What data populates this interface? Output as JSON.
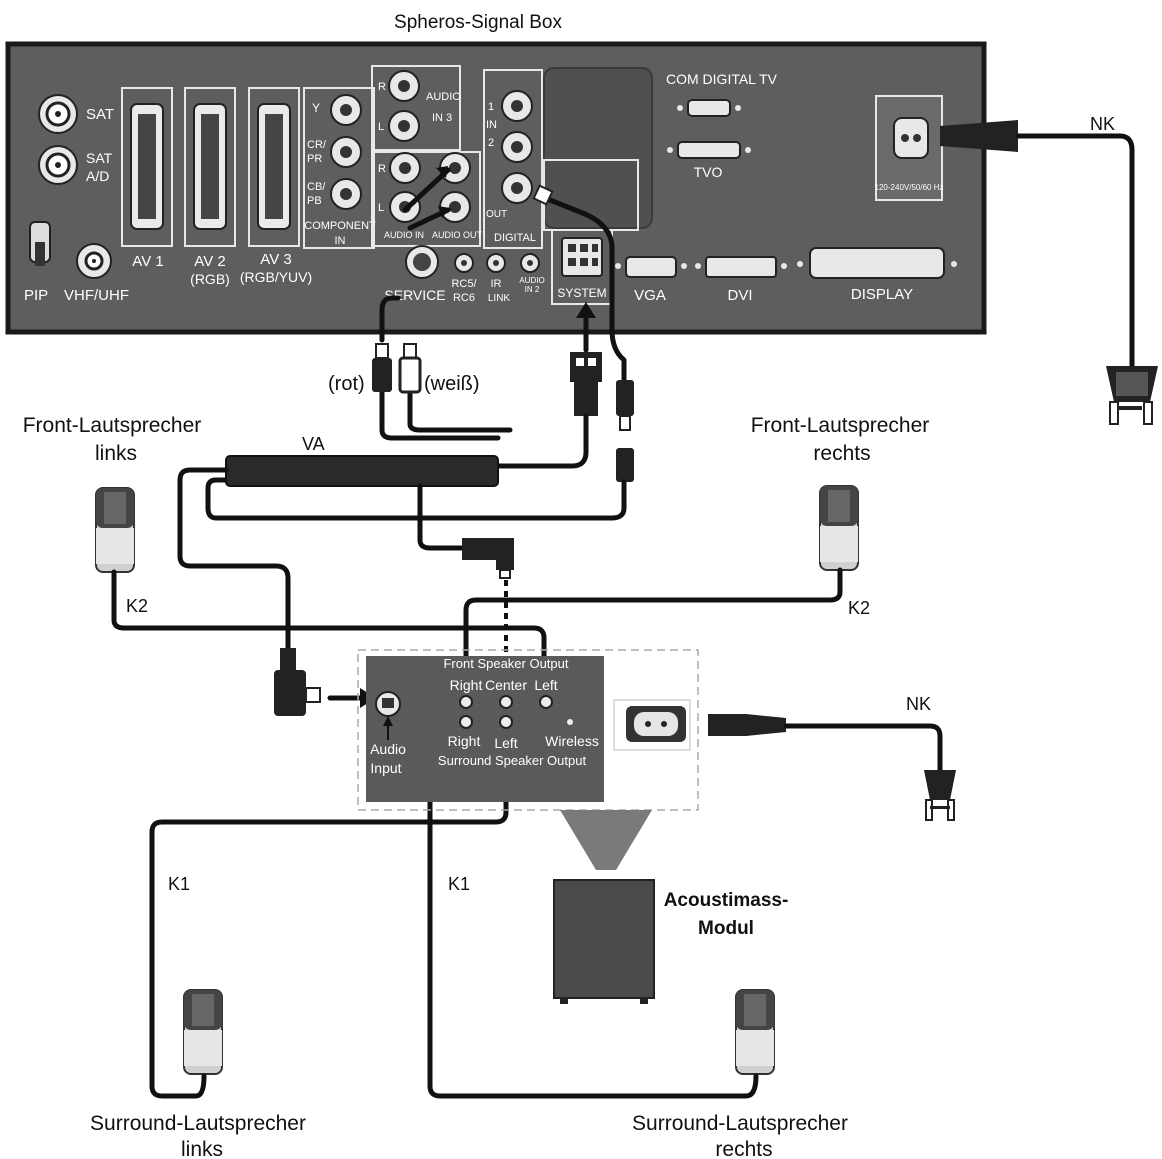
{
  "title": "Spheros-Signal Box",
  "signal_box": {
    "sat": "SAT",
    "sat_ad_1": "SAT",
    "sat_ad_2": "A/D",
    "pip": "PIP",
    "vhf_uhf": "VHF/UHF",
    "av1": "AV 1",
    "av2": "AV 2",
    "av2_sub": "(RGB)",
    "av3": "AV 3",
    "av3_sub": "(RGB/YUV)",
    "component_y": "Y",
    "component_cr_1": "CR/",
    "component_cr_2": "PR",
    "component_cb_1": "CB/",
    "component_cb_2": "PB",
    "component_1": "COMPONENT",
    "component_2": "IN",
    "audio_in3_1": "AUDIO",
    "audio_in3_2": "IN 3",
    "audio_r": "R",
    "audio_l": "L",
    "audio_in_label": "AUDIO IN",
    "audio_out_label": "AUDIO OUT",
    "digital_in_1": "1",
    "digital_in_label": "IN",
    "digital_in_2": "2",
    "digital_out": "OUT",
    "digital": "DIGITAL",
    "service": "SERVICE",
    "rc5_1": "RC5/",
    "rc5_2": "RC6",
    "ir_1": "IR",
    "ir_2": "LINK",
    "audio_in2_1": "AUDIO",
    "audio_in2_2": "IN 2",
    "system": "SYSTEM",
    "vga": "VGA",
    "dvi": "DVI",
    "display": "DISPLAY",
    "com_digital_tv": "COM DIGITAL TV",
    "tvo": "TVO",
    "power_rating": "120-240V/50/60 Hz"
  },
  "cables": {
    "nk_top": "NK",
    "nk_bottom": "NK",
    "rot": "(rot)",
    "weiss": "(weiß)",
    "va": "VA",
    "k2_left": "K2",
    "k2_right": "K2",
    "k1_left": "K1",
    "k1_right": "K1"
  },
  "speakers": {
    "front_left_1": "Front-Lautsprecher",
    "front_left_2": "links",
    "front_right_1": "Front-Lautsprecher",
    "front_right_2": "rechts",
    "surround_left_1": "Surround-Lautsprecher",
    "surround_left_2": "links",
    "surround_right_1": "Surround-Lautsprecher",
    "surround_right_2": "rechts"
  },
  "acoustimass_panel": {
    "front_speaker_output": "Front Speaker Output",
    "right": "Right",
    "center": "Center",
    "left": "Left",
    "right_2": "Right",
    "left_2": "Left",
    "wireless": "Wireless",
    "surround_speaker_output": "Surround Speaker Output",
    "audio_input_1": "Audio",
    "audio_input_2": "Input"
  },
  "module": {
    "line1": "Acoustimass-",
    "line2": "Modul"
  }
}
